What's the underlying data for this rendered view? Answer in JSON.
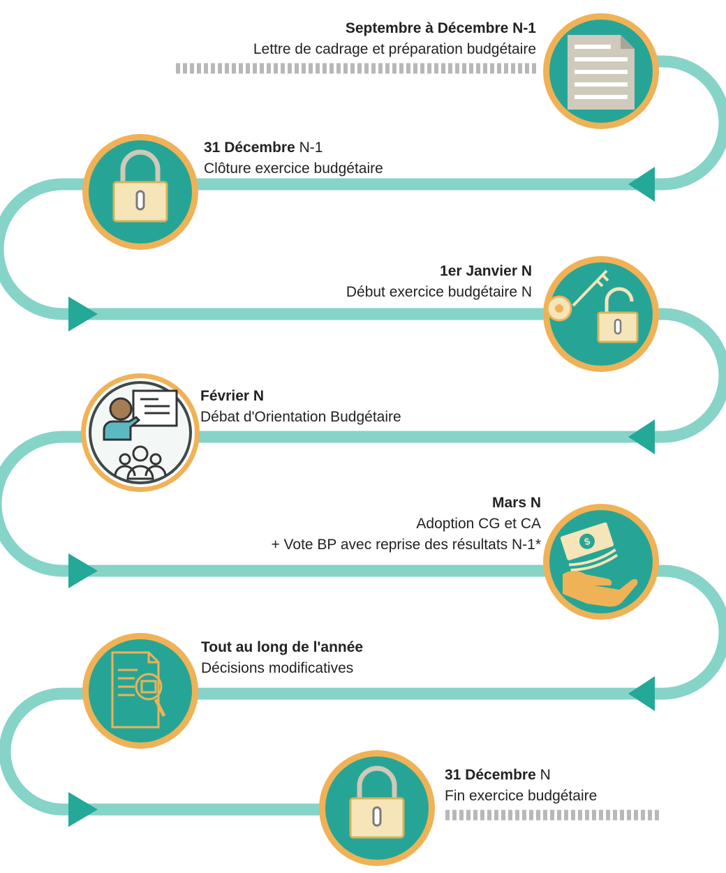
{
  "colors": {
    "path": "#86d3c8",
    "arrow": "#24a898",
    "circle_fill": "#26a597",
    "circle_ring": "#f0b256",
    "icon_gold": "#f5e5b8",
    "dash": "#b8b8b8",
    "text": "#222222"
  },
  "steps": [
    {
      "bold": "Septembre à Décembre N-1",
      "rest": "",
      "lines": [
        "Lettre de cadrage et préparation budgétaire"
      ],
      "icon": "document-icon"
    },
    {
      "bold": "31 Décembre",
      "rest": " N-1",
      "lines": [
        "Clôture exercice budgétaire"
      ],
      "icon": "padlock-closed-icon"
    },
    {
      "bold": "1er Janvier N",
      "rest": "",
      "lines": [
        "Début exercice budgétaire N"
      ],
      "icon": "key-unlock-icon"
    },
    {
      "bold": "Février N",
      "rest": "",
      "lines": [
        "Débat d'Orientation Budgétaire"
      ],
      "icon": "presentation-icon"
    },
    {
      "bold": "Mars N",
      "rest": "",
      "lines": [
        "Adoption CG et CA",
        "+ Vote BP avec reprise des résultats N-1*"
      ],
      "icon": "money-hand-icon"
    },
    {
      "bold": "Tout au long de l'année",
      "rest": "",
      "lines": [
        "Décisions modificatives"
      ],
      "icon": "document-search-icon"
    },
    {
      "bold": "31 Décembre",
      "rest": " N",
      "lines": [
        "Fin exercice budgétaire"
      ],
      "icon": "padlock-closed-icon"
    }
  ]
}
